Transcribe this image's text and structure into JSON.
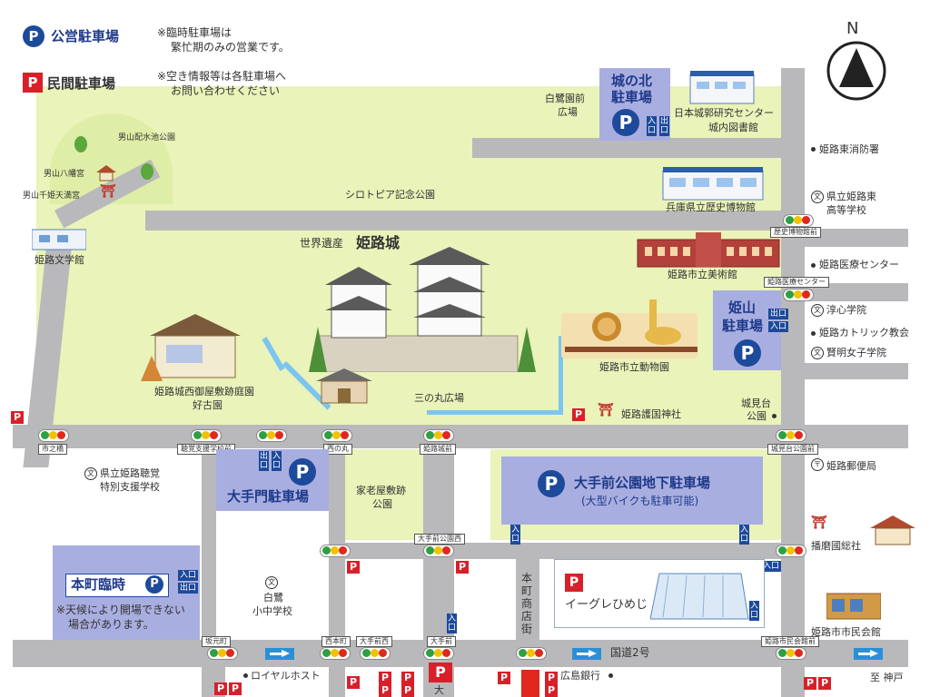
{
  "legend": {
    "public_parking": "公営駐車場",
    "private_parking": "民間駐車場",
    "note1": "※臨時駐車場は",
    "note1b": "繁忙期のみの営業です。",
    "note2": "※空き情報等は各駐車場へ",
    "note2b": "お問い合わせください",
    "p_symbol": "P"
  },
  "compass": "N",
  "castle": {
    "prefix": "世界遺産",
    "name": "姫路城"
  },
  "lots": {
    "shiro_kita": {
      "line1": "城の北",
      "line2": "駐車場"
    },
    "himeyama": {
      "line1": "姫山",
      "line2": "駐車場"
    },
    "otemon": "大手門駐車場",
    "otemae": {
      "line1": "大手前公園地下駐車場",
      "line2": "(大型バイクも駐車可能)"
    },
    "honmachi": "本町臨時",
    "honmachi_note1": "※天候により開場できない",
    "honmachi_note2": "場合があります。",
    "eagle": "イーグレひめじ"
  },
  "gates": {
    "exit": "出口",
    "entry": "入口"
  },
  "places": {
    "otokoyama_pond": "男山配水池公園",
    "otokoyama_hachiman": "男山八幡宮",
    "otokoyama_senhime": "男山千姫天満宮",
    "hakuro_hiroba1": "白鷺園前",
    "hakuro_hiroba2": "広場",
    "castle_research": "日本城郭研究センター",
    "castle_library": "城内図書館",
    "shirotopia": "シロトピア記念公園",
    "literature": "姫路文学館",
    "history_museum": "兵庫県立歴史博物館",
    "art_museum": "姫路市立美術館",
    "zoo": "姫路市立動物園",
    "kokoen1": "姫路城西御屋敷跡庭園",
    "kokoen2": "好古園",
    "sannomaru": "三の丸広場",
    "gokoku": "姫路護国神社",
    "shiromidai1": "城見台",
    "shiromidai2": "公園",
    "fire": "姫路東消防署",
    "higashi_hs1": "県立姫路東",
    "higashi_hs2": "高等学校",
    "medical": "姫路医療センター",
    "joshin": "淳心学院",
    "catholic": "姫路カトリック教会",
    "kenmei": "賢明女子学院",
    "post": "姫路郵便局",
    "harima": "播磨國総社",
    "civic": "姫路市市民会館",
    "tokubetsu1": "県立姫路聴覚",
    "tokubetsu2": "特別支援学校",
    "karoya1": "家老屋敷跡",
    "karoya2": "公園",
    "hakuro_school1": "白鷺",
    "hakuro_school2": "小中学校",
    "shotengai": "本町商店街",
    "royal": "ロイヤルホスト",
    "hiroshima_bank": "広島銀行",
    "kobe": "至 神戸",
    "route2": "国道2号"
  },
  "signals": {
    "rekishi": "歴史博物館前",
    "iryo": "姫路医療センター",
    "ichinohashi": "市之橋",
    "chokaku": "聴覚支援学校前",
    "nishinomaru": "西の丸",
    "jonishi": "姫路城前",
    "shiromidai": "城見台公園前",
    "otemae_w": "大手前公園西",
    "sakamoto": "坂元町",
    "nishihon": "西本町",
    "otemae_nishi": "大手前西",
    "otemae": "大手前",
    "civic": "姫路市民会館前"
  },
  "misc": {
    "oo": "大"
  }
}
